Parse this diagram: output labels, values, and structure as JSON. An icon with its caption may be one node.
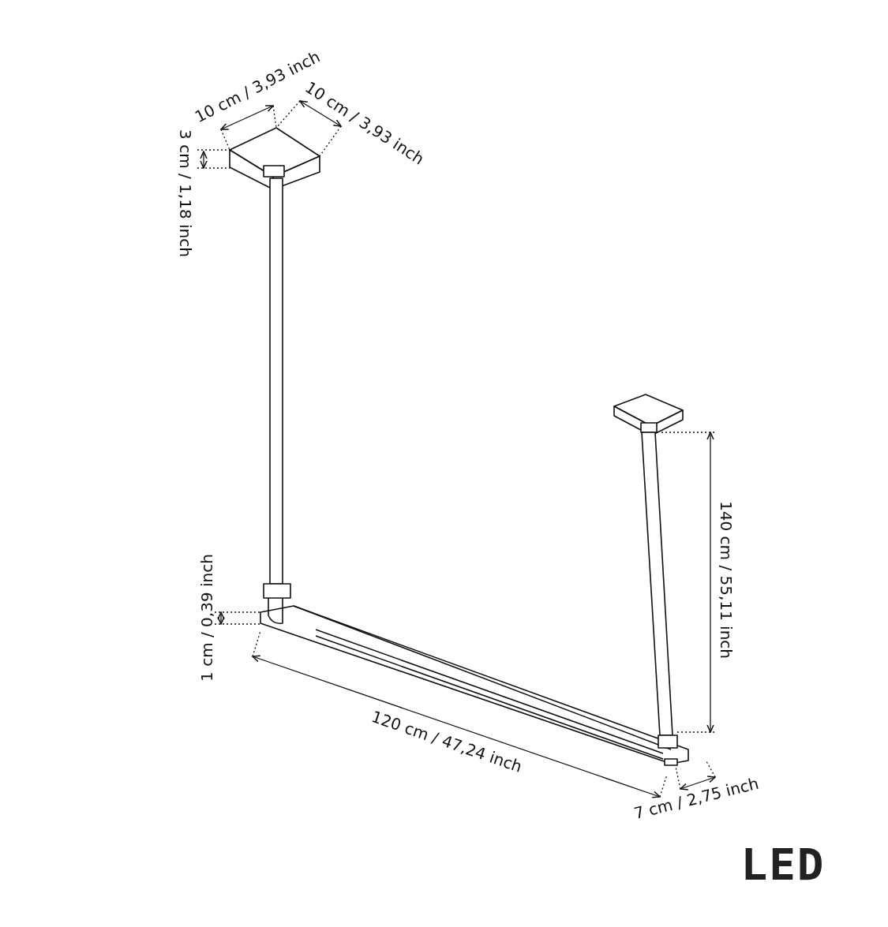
{
  "diagram": {
    "labels": [
      "10 cm / 3,93 inch",
      "10 cm / 3,93 inch",
      "3 cm / 1,18 inch",
      "1 cm / 0,39 inch",
      "140 cm / 55,11 inch",
      "120 cm / 47,24 inch",
      "7 cm / 2,75 inch",
      "LED"
    ]
  }
}
